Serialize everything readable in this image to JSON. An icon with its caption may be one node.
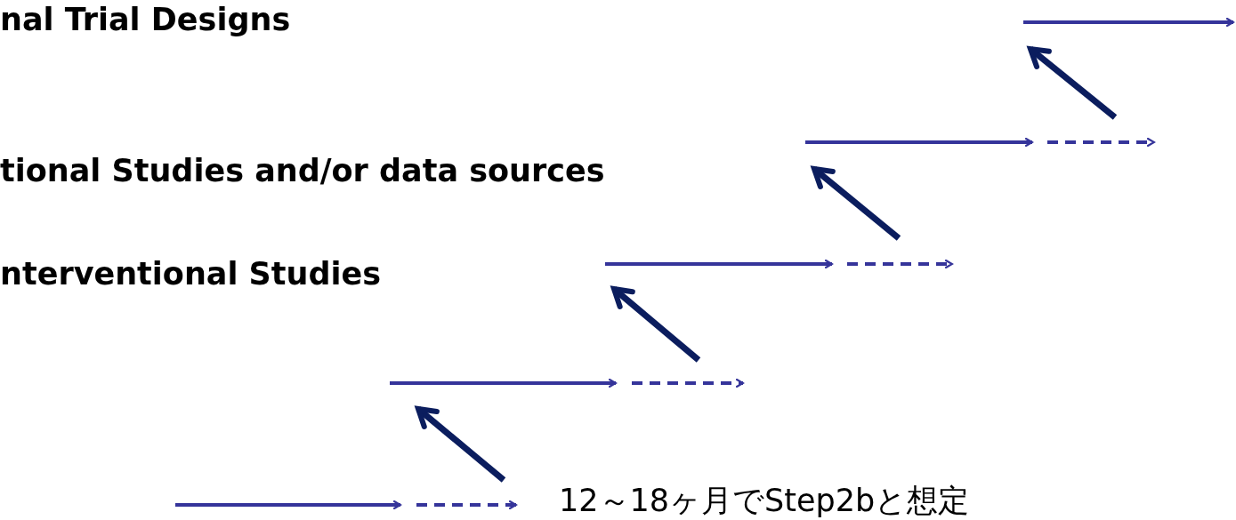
{
  "diagram": {
    "labels": [
      "nal Trial Designs",
      "tional Studies and/or data sources",
      "nterventional Studies",
      "12～18ヶ月でStep2bと想定"
    ]
  }
}
